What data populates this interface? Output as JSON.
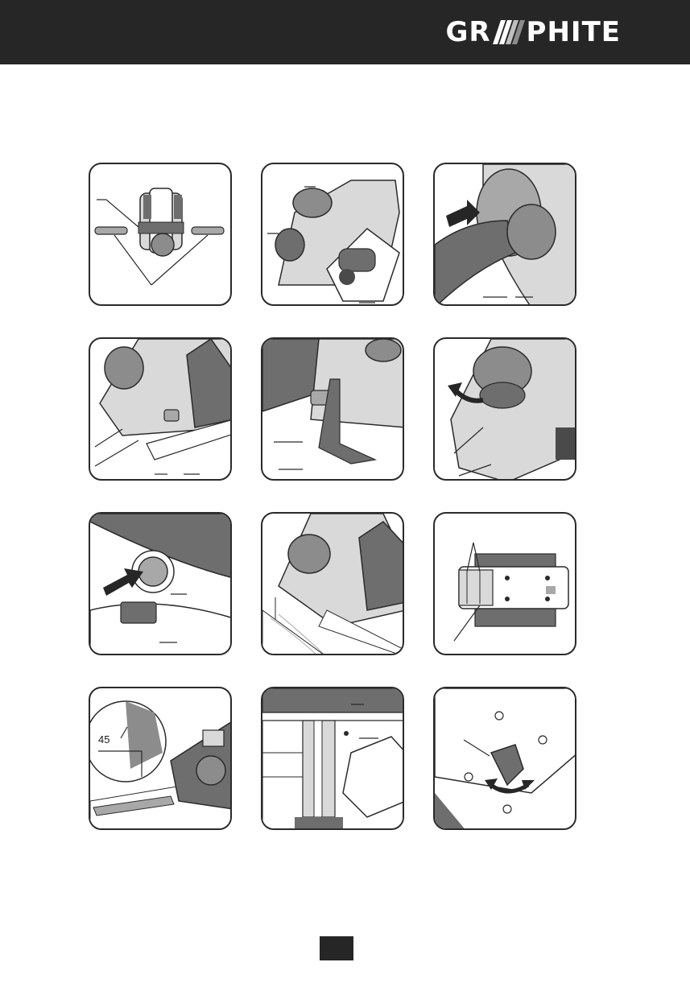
{
  "header": {
    "brand_left": "GR",
    "brand_right": "PHITE",
    "brand_logo_alt": "GRAPHITE"
  },
  "panels": [
    {
      "id": "p1",
      "name": "blade-holder-parts"
    },
    {
      "id": "p2",
      "name": "planer-side-view"
    },
    {
      "id": "p3",
      "name": "dust-extraction-adapter"
    },
    {
      "id": "p4",
      "name": "parallel-guide-mounting"
    },
    {
      "id": "p5",
      "name": "depth-stop-bracket"
    },
    {
      "id": "p6",
      "name": "depth-adjust-knob"
    },
    {
      "id": "p7",
      "name": "lock-off-button"
    },
    {
      "id": "p8",
      "name": "planing-edge"
    },
    {
      "id": "p9",
      "name": "drum-underside"
    },
    {
      "id": "p10",
      "name": "chamfer-angle",
      "label": "45"
    },
    {
      "id": "p11",
      "name": "blade-replacement"
    },
    {
      "id": "p12",
      "name": "chip-direction-lever"
    }
  ],
  "colors": {
    "header_bg": "#262626",
    "line": "#2a2a2a",
    "fill_dark": "#6e6e6e",
    "fill_mid": "#a8a8a8",
    "fill_light": "#d9d9d9"
  }
}
